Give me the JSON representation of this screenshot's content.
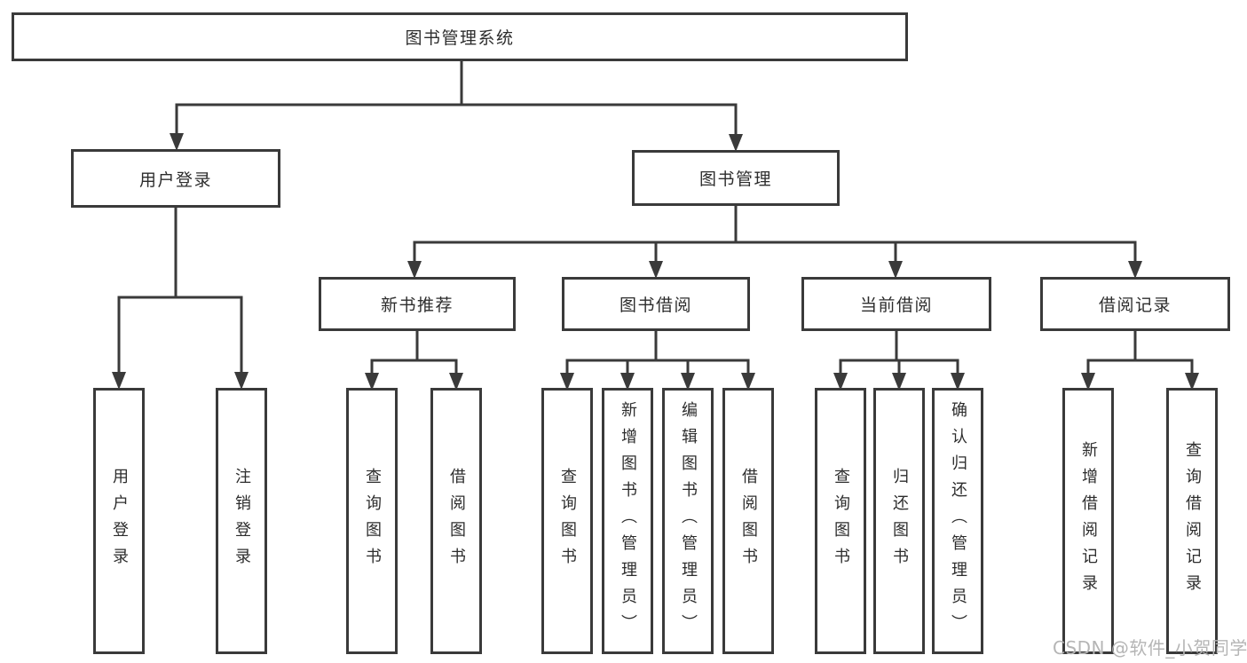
{
  "diagram": {
    "type": "tree",
    "title": "图书管理系统",
    "colors": {
      "line": "#3a3a3a",
      "text": "#2d2d2d",
      "watermark": "#b5b5b5",
      "bg": "#ffffff"
    },
    "watermark": {
      "text": "CSDN @软件_小贺同学"
    },
    "nodes": {
      "root": {
        "label": "图书管理系统",
        "children": [
          "user_login",
          "book_mgmt"
        ]
      },
      "user_login": {
        "label": "用户登录",
        "children": [
          "login",
          "logout"
        ]
      },
      "book_mgmt": {
        "label": "图书管理",
        "children": [
          "new_book_rec",
          "book_borrow",
          "current_borrow",
          "borrow_record"
        ]
      },
      "login": {
        "label": "用户登录",
        "children": []
      },
      "logout": {
        "label": "注销登录",
        "children": []
      },
      "new_book_rec": {
        "label": "新书推荐",
        "children": [
          "nb_query",
          "nb_borrow"
        ]
      },
      "book_borrow": {
        "label": "图书借阅",
        "children": [
          "bb_query",
          "bb_add",
          "bb_edit",
          "bb_borrow"
        ]
      },
      "current_borrow": {
        "label": "当前借阅",
        "children": [
          "cb_query",
          "cb_return",
          "cb_confirm"
        ]
      },
      "borrow_record": {
        "label": "借阅记录",
        "children": [
          "br_add",
          "br_query"
        ]
      },
      "nb_query": {
        "label": "查询图书",
        "children": []
      },
      "nb_borrow": {
        "label": "借阅图书",
        "children": []
      },
      "bb_query": {
        "label": "查询图书",
        "children": []
      },
      "bb_add": {
        "label": "新增图书（管理员）",
        "children": []
      },
      "bb_edit": {
        "label": "编辑图书（管理员）",
        "children": []
      },
      "bb_borrow": {
        "label": "借阅图书",
        "children": []
      },
      "cb_query": {
        "label": "查询图书",
        "children": []
      },
      "cb_return": {
        "label": "归还图书",
        "children": []
      },
      "cb_confirm": {
        "label": "确认归还（管理员）",
        "children": []
      },
      "br_add": {
        "label": "新增借阅记录",
        "children": []
      },
      "br_query": {
        "label": "查询借阅记录",
        "children": []
      }
    }
  }
}
